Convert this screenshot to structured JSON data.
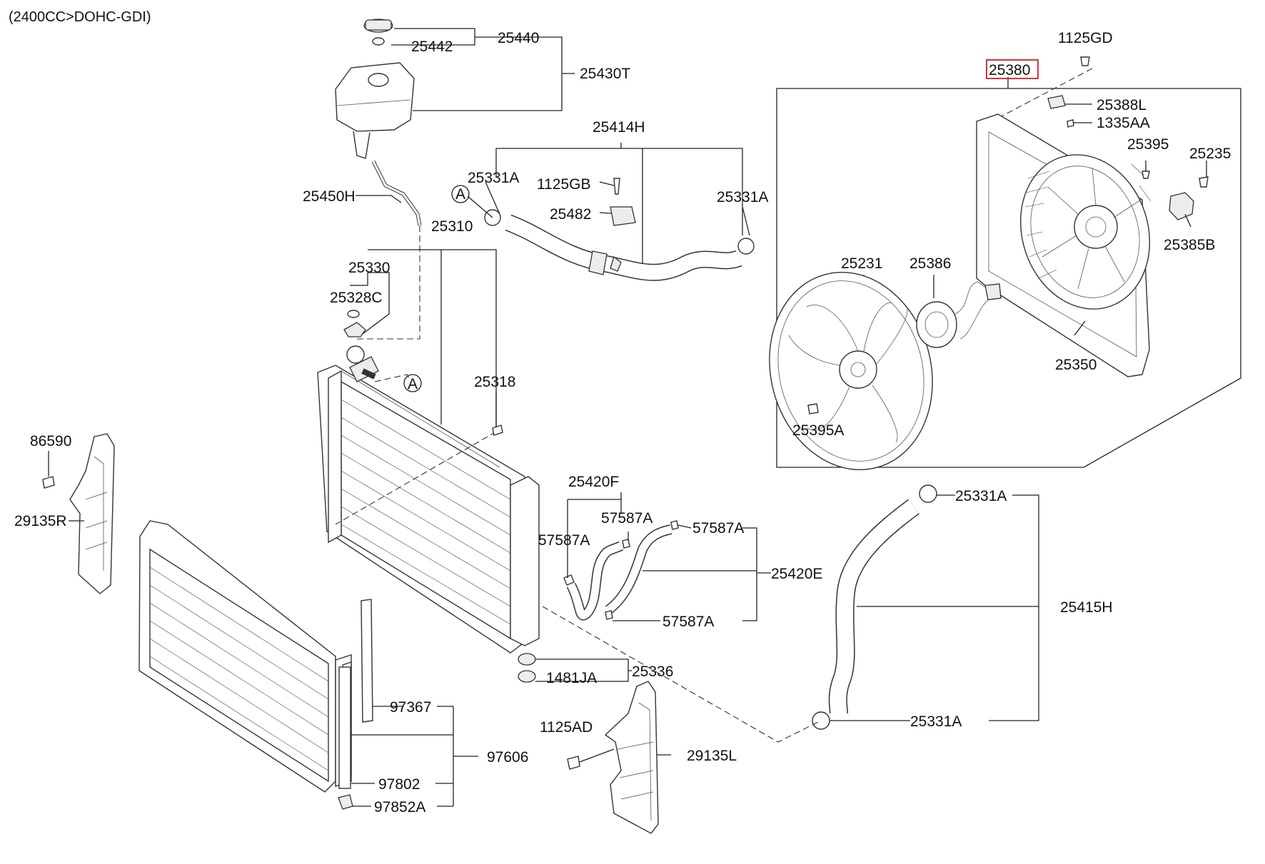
{
  "title": "(2400CC>DOHC-GDI)",
  "highlight_color": "#d21f26",
  "labels": {
    "25440": "25440",
    "25442": "25442",
    "25430T": "25430T",
    "25450H": "25450H",
    "25310": "25310",
    "25330": "25330",
    "25328C": "25328C",
    "25318": "25318",
    "A": "A",
    "25414H": "25414H",
    "25331A": "25331A",
    "1125GB": "1125GB",
    "25482": "25482",
    "25380": "25380",
    "1125GD": "1125GD",
    "25388L": "25388L",
    "1335AA": "1335AA",
    "25395": "25395",
    "25235": "25235",
    "25385B": "25385B",
    "25231": "25231",
    "25386": "25386",
    "25350": "25350",
    "25395A": "25395A",
    "86590": "86590",
    "29135R": "29135R",
    "25420F": "25420F",
    "57587A": "57587A",
    "25420E": "25420E",
    "25415H": "25415H",
    "25336": "25336",
    "1481JA": "1481JA",
    "1125AD": "1125AD",
    "29135L": "29135L",
    "97367": "97367",
    "97606": "97606",
    "97802": "97802",
    "97852A": "97852A"
  }
}
